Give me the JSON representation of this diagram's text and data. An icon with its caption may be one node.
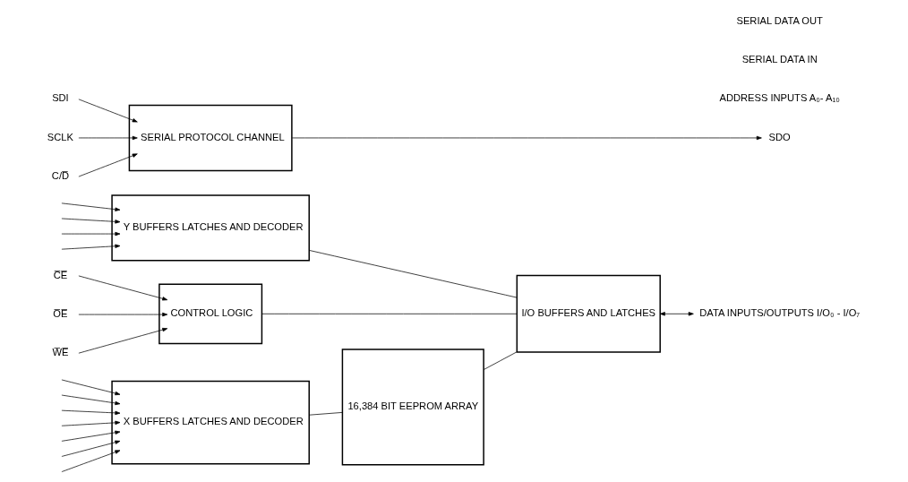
{
  "diagram": {
    "nodes": [
      {
        "text": [
          "X BUFFERS LATCHES AND DECODER"
        ]
      },
      {
        "text": [
          "Y BUFFERS LATCHES AND DECODER"
        ]
      },
      {
        "text": [
          "16,384 BIT EEPROM ARRAY"
        ]
      },
      {
        "text": [
          "I/O BUFFERS AND LATCHES"
        ]
      },
      {
        "text": [
          "CONTROL LOGIC"
        ]
      },
      {
        "text": [
          "SERIAL PROTOCOL CHANNEL"
        ]
      },
      {
        "text": [
          "DATA INPUTS/OUTPUTS I/O₀ - I/O₇"
        ]
      },
      {
        "text": [
          "C̅E̅"
        ]
      },
      {
        "text": [
          "O̅E̅"
        ]
      },
      {
        "text": [
          "W̅E̅"
        ]
      },
      {
        "text": [
          "SDI"
        ]
      },
      {
        "text": [
          "SCLK"
        ]
      },
      {
        "text": [
          "C/D̅"
        ]
      },
      {
        "text": [
          "SDO"
        ]
      }
    ],
    "edges": [
      {
        "from": null,
        "to": 0,
        "arrow": "to"
      },
      {
        "from": null,
        "to": 0,
        "arrow": "to"
      },
      {
        "from": null,
        "to": 0,
        "arrow": "to"
      },
      {
        "from": null,
        "to": 0,
        "arrow": "to"
      },
      {
        "from": null,
        "to": 0,
        "arrow": "to"
      },
      {
        "from": null,
        "to": 0,
        "arrow": "to"
      },
      {
        "from": null,
        "to": 0,
        "arrow": "to"
      },
      {
        "from": null,
        "to": 1,
        "arrow": "to"
      },
      {
        "from": null,
        "to": 1,
        "arrow": "to"
      },
      {
        "from": null,
        "to": 1,
        "arrow": "to"
      },
      {
        "from": null,
        "to": 1,
        "arrow": "to"
      },
      {
        "from": 0,
        "to": 2,
        "arrow": "none"
      },
      {
        "from": 2,
        "to": 3,
        "arrow": "none"
      },
      {
        "from": 1,
        "to": 3,
        "arrow": "none"
      },
      {
        "from": 4,
        "to": 3,
        "arrow": "none"
      },
      {
        "from": 3,
        "to": 6,
        "arrow": "both"
      },
      {
        "from": 7,
        "to": 4,
        "arrow": "to"
      },
      {
        "from": 8,
        "to": 4,
        "arrow": "to"
      },
      {
        "from": 9,
        "to": 4,
        "arrow": "to"
      },
      {
        "from": 10,
        "to": 5,
        "arrow": "to"
      },
      {
        "from": 11,
        "to": 5,
        "arrow": "to"
      },
      {
        "from": 12,
        "to": 5,
        "arrow": "to"
      },
      {
        "from": 5,
        "to": 13,
        "arrow": "to"
      }
    ],
    "labels": [
      "ADDRESS INPUTS A₀- A₁₀",
      "SERIAL DATA IN",
      "SERIAL DATA OUT"
    ]
  }
}
